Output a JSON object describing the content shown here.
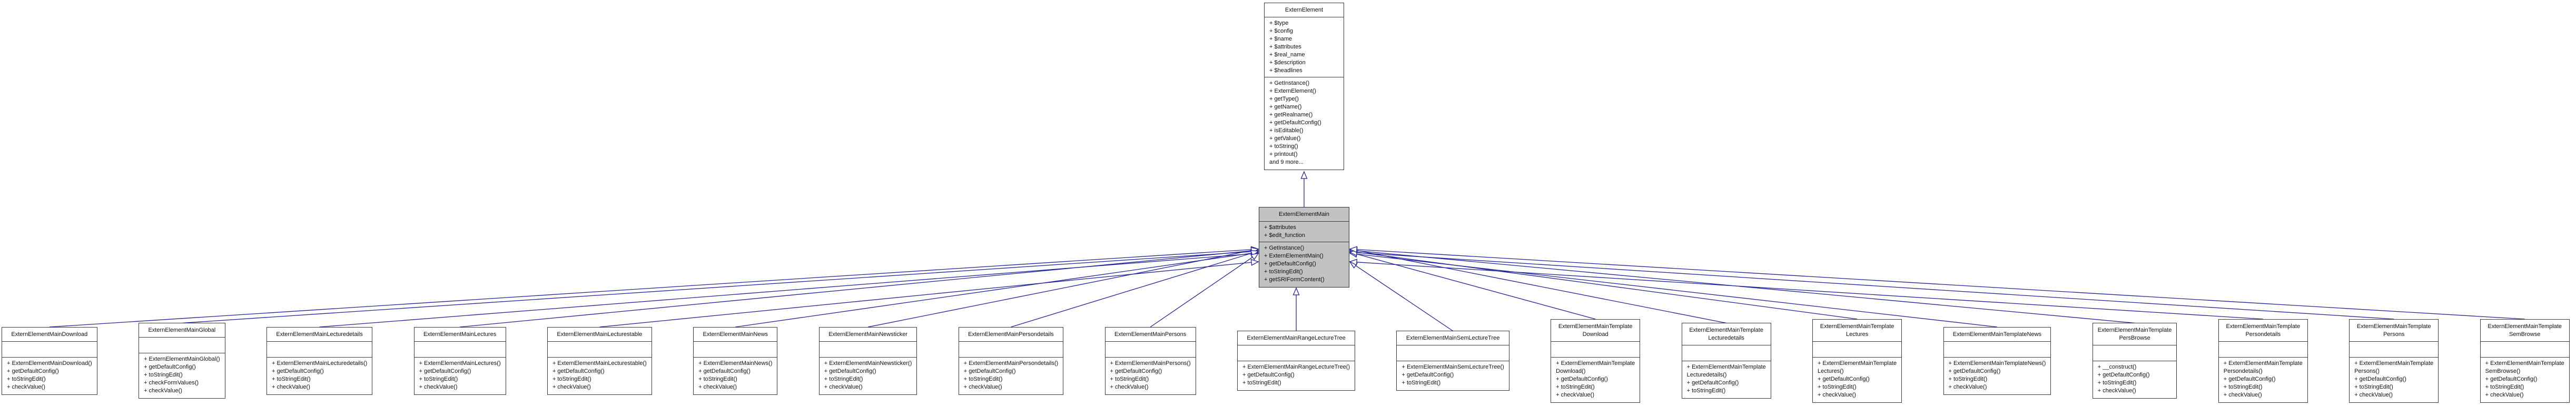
{
  "colors": {
    "edge": "#222299",
    "node_fill": "#ffffff",
    "highlight_fill": "#c2c2c2",
    "node_border": "#3a3a3a"
  },
  "base_class": {
    "name": "ExternElement",
    "title": "ExternElement",
    "attributes": [
      "+ $type",
      "+ $config",
      "+ $name",
      "+ $attributes",
      "+ $real_name",
      "+ $description",
      "+ $headlines"
    ],
    "methods": [
      "+ GetInstance()",
      "+ ExternElement()",
      "+ getType()",
      "+ getName()",
      "+ getRealname()",
      "+ getDefaultConfig()",
      "+ isEditable()",
      "+ getValue()",
      "+ toString()",
      "+ printout()",
      "and 9 more..."
    ]
  },
  "main_class": {
    "name": "ExternElementMain",
    "title": "ExternElementMain",
    "attributes": [
      "+ $attributes",
      "+ $edit_function"
    ],
    "methods": [
      "+ GetInstance()",
      "+ ExternElementMain()",
      "+ getDefaultConfig()",
      "+ toStringEdit()",
      "+ getSRIFormContent()"
    ]
  },
  "derived_classes": [
    {
      "name": "ExternElementMainDownload",
      "title": "ExternElementMainDownload",
      "attributes": [],
      "methods": [
        "+ ExternElementMainDownload()",
        "+ getDefaultConfig()",
        "+ toStringEdit()",
        "+ checkValue()"
      ]
    },
    {
      "name": "ExternElementMainGlobal",
      "title": "ExternElementMainGlobal",
      "attributes": [],
      "methods": [
        "+ ExternElementMainGlobal()",
        "+ getDefaultConfig()",
        "+ toStringEdit()",
        "+ checkFormValues()",
        "+ checkValue()"
      ]
    },
    {
      "name": "ExternElementMainLecturedetails",
      "title": "ExternElementMainLecturedetails",
      "attributes": [],
      "methods": [
        "+ ExternElementMainLecturedetails()",
        "+ getDefaultConfig()",
        "+ toStringEdit()",
        "+ checkValue()"
      ]
    },
    {
      "name": "ExternElementMainLectures",
      "title": "ExternElementMainLectures",
      "attributes": [],
      "methods": [
        "+ ExternElementMainLectures()",
        "+ getDefaultConfig()",
        "+ toStringEdit()",
        "+ checkValue()"
      ]
    },
    {
      "name": "ExternElementMainLecturestable",
      "title": "ExternElementMainLecturestable",
      "attributes": [],
      "methods": [
        "+ ExternElementMainLecturestable()",
        "+ getDefaultConfig()",
        "+ toStringEdit()",
        "+ checkValue()"
      ]
    },
    {
      "name": "ExternElementMainNews",
      "title": "ExternElementMainNews",
      "attributes": [],
      "methods": [
        "+ ExternElementMainNews()",
        "+ getDefaultConfig()",
        "+ toStringEdit()",
        "+ checkValue()"
      ]
    },
    {
      "name": "ExternElementMainNewsticker",
      "title": "ExternElementMainNewsticker",
      "attributes": [],
      "methods": [
        "+ ExternElementMainNewsticker()",
        "+ getDefaultConfig()",
        "+ toStringEdit()",
        "+ checkValue()"
      ]
    },
    {
      "name": "ExternElementMainPersondetails",
      "title": "ExternElementMainPersondetails",
      "attributes": [],
      "methods": [
        "+ ExternElementMainPersondetails()",
        "+ getDefaultConfig()",
        "+ toStringEdit()",
        "+ checkValue()"
      ]
    },
    {
      "name": "ExternElementMainPersons",
      "title": "ExternElementMainPersons",
      "attributes": [],
      "methods": [
        "+ ExternElementMainPersons()",
        "+ getDefaultConfig()",
        "+ toStringEdit()",
        "+ checkValue()"
      ]
    },
    {
      "name": "ExternElementMainRangeLectureTree",
      "title": "ExternElementMainRangeLectureTree",
      "attributes": [],
      "methods": [
        "+ ExternElementMainRangeLectureTree()",
        "+ getDefaultConfig()",
        "+ toStringEdit()"
      ]
    },
    {
      "name": "ExternElementMainSemLectureTree",
      "title": "ExternElementMainSemLectureTree",
      "attributes": [],
      "methods": [
        "+ ExternElementMainSemLectureTree()",
        "+ getDefaultConfig()",
        "+ toStringEdit()"
      ]
    },
    {
      "name": "ExternElementMainTemplateDownload",
      "title": "ExternElementMainTemplate\nDownload",
      "attributes": [],
      "methods": [
        "+ ExternElementMainTemplate\nDownload()",
        "+ getDefaultConfig()",
        "+ toStringEdit()",
        "+ checkValue()"
      ]
    },
    {
      "name": "ExternElementMainTemplateLecturedetails",
      "title": "ExternElementMainTemplate\nLecturedetails",
      "attributes": [],
      "methods": [
        "+ ExternElementMainTemplate\nLecturedetails()",
        "+ getDefaultConfig()",
        "+ toStringEdit()"
      ]
    },
    {
      "name": "ExternElementMainTemplateLectures",
      "title": "ExternElementMainTemplate\nLectures",
      "attributes": [],
      "methods": [
        "+ ExternElementMainTemplate\nLectures()",
        "+ getDefaultConfig()",
        "+ toStringEdit()",
        "+ checkValue()"
      ]
    },
    {
      "name": "ExternElementMainTemplateNews",
      "title": "ExternElementMainTemplateNews",
      "attributes": [],
      "methods": [
        "+ ExternElementMainTemplateNews()",
        "+ getDefaultConfig()",
        "+ toStringEdit()",
        "+ checkValue()"
      ]
    },
    {
      "name": "ExternElementMainTemplatePersBrowse",
      "title": "ExternElementMainTemplate\nPersBrowse",
      "attributes": [],
      "methods": [
        "+ __construct()",
        "+ getDefaultConfig()",
        "+ toStringEdit()",
        "+ checkValue()"
      ]
    },
    {
      "name": "ExternElementMainTemplatePersondetails",
      "title": "ExternElementMainTemplate\nPersondetails",
      "attributes": [],
      "methods": [
        "+ ExternElementMainTemplate\nPersondetails()",
        "+ getDefaultConfig()",
        "+ toStringEdit()",
        "+ checkValue()"
      ]
    },
    {
      "name": "ExternElementMainTemplatePersons",
      "title": "ExternElementMainTemplate\nPersons",
      "attributes": [],
      "methods": [
        "+ ExternElementMainTemplate\nPersons()",
        "+ getDefaultConfig()",
        "+ toStringEdit()",
        "+ checkValue()"
      ]
    },
    {
      "name": "ExternElementMainTemplateSemBrowse",
      "title": "ExternElementMainTemplate\nSemBrowse",
      "attributes": [],
      "methods": [
        "+ ExternElementMainTemplate\nSemBrowse()",
        "+ getDefaultConfig()",
        "+ toStringEdit()",
        "+ checkValue()"
      ]
    }
  ]
}
